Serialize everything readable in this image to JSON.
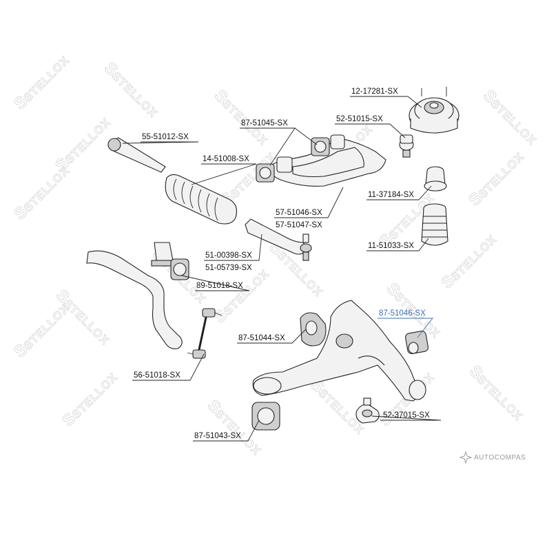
{
  "watermark": {
    "text": "STELLOX"
  },
  "brand": {
    "text": "AUTOCOMPAS"
  },
  "colors": {
    "highlight": "#3a6fb5",
    "ink": "#111111",
    "watermark": "#d9d9d9"
  },
  "labels": {
    "p12_17281": "12-17281-SX",
    "p52_51015": "52-51015-SX",
    "p87_51045": "87-51045-SX",
    "p55_51012": "55-51012-SX",
    "p14_51008": "14-51008-SX",
    "p11_37184": "11-37184-SX",
    "p57_51046": "57-51046-SX",
    "p57_51047": "57-51047-SX",
    "p11_51033": "11-51033-SX",
    "p51_00398": "51-00398-SX",
    "p51_05739": "51-05739-SX",
    "p89_51018": "89-51018-SX",
    "p87_51046": "87-51046-SX",
    "p87_51044": "87-51044-SX",
    "p56_51018": "56-51018-SX",
    "p52_37015": "52-37015-SX",
    "p87_51043": "87-51043-SX"
  }
}
